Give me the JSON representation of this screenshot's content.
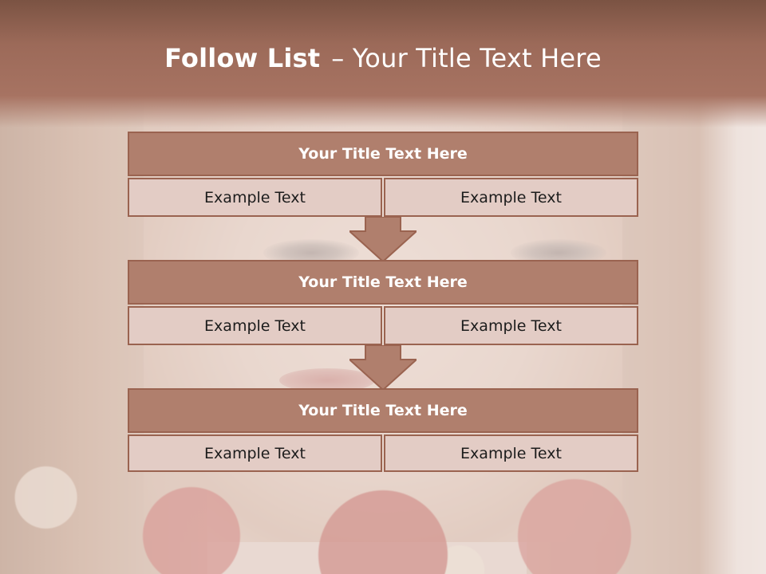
{
  "slide": {
    "title_bold": "Follow List",
    "title_dash": "–",
    "title_rest": "Your Title Text Here"
  },
  "blocks": [
    {
      "title": "Your Title Text Here",
      "left": "Example Text",
      "right": "Example Text"
    },
    {
      "title": "Your Title Text Here",
      "left": "Example Text",
      "right": "Example Text"
    },
    {
      "title": "Your Title Text Here",
      "left": "Example Text",
      "right": "Example Text"
    }
  ],
  "colors": {
    "header": "#a77362",
    "block_title": "#b07f6d",
    "block_border": "#9a6350",
    "cell": "#e3ccc5"
  },
  "icons": [
    "down-arrow-icon",
    "down-arrow-icon"
  ]
}
